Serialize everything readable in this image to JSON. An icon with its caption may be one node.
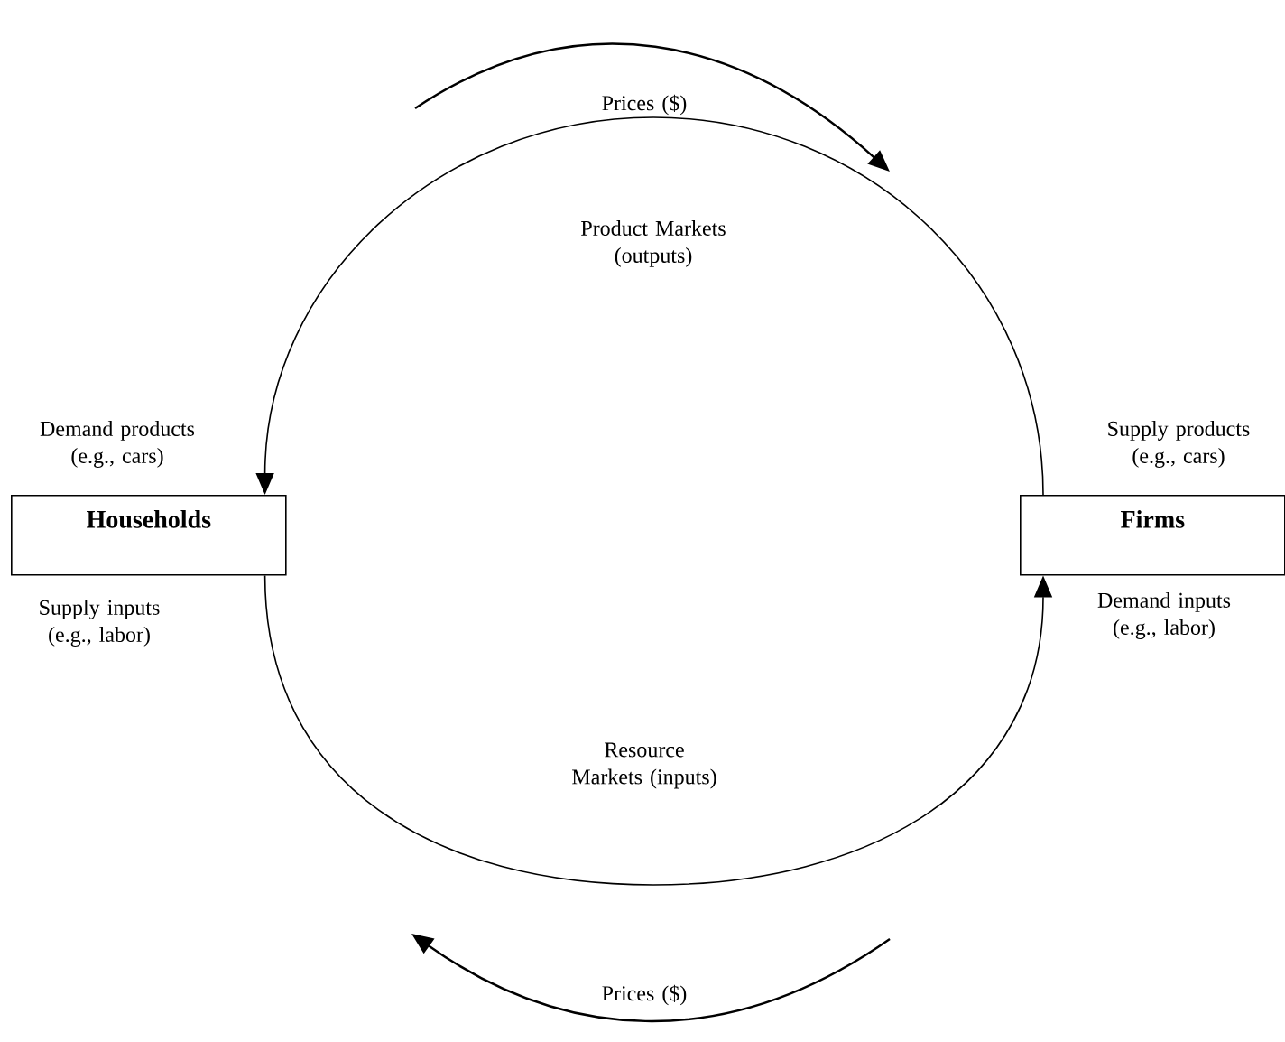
{
  "diagram": {
    "nodes": [
      {
        "text": [
          "Households"
        ],
        "beside": [
          "Demand products (e.g., cars)",
          "Supply inputs (e.g., labor)"
        ]
      },
      {
        "text": [
          "Firms"
        ],
        "beside": [
          "Supply products (e.g., cars)",
          "Demand inputs (e.g., labor)"
        ]
      }
    ],
    "edges": [
      {
        "from": 1,
        "to": 0,
        "arrow": "to"
      },
      {
        "from": 0,
        "to": 1,
        "arrow": "to"
      }
    ],
    "labels": [
      "Prices ($)",
      "Product Markets (outputs)",
      "Resource Markets (inputs)",
      "Prices ($)"
    ]
  }
}
